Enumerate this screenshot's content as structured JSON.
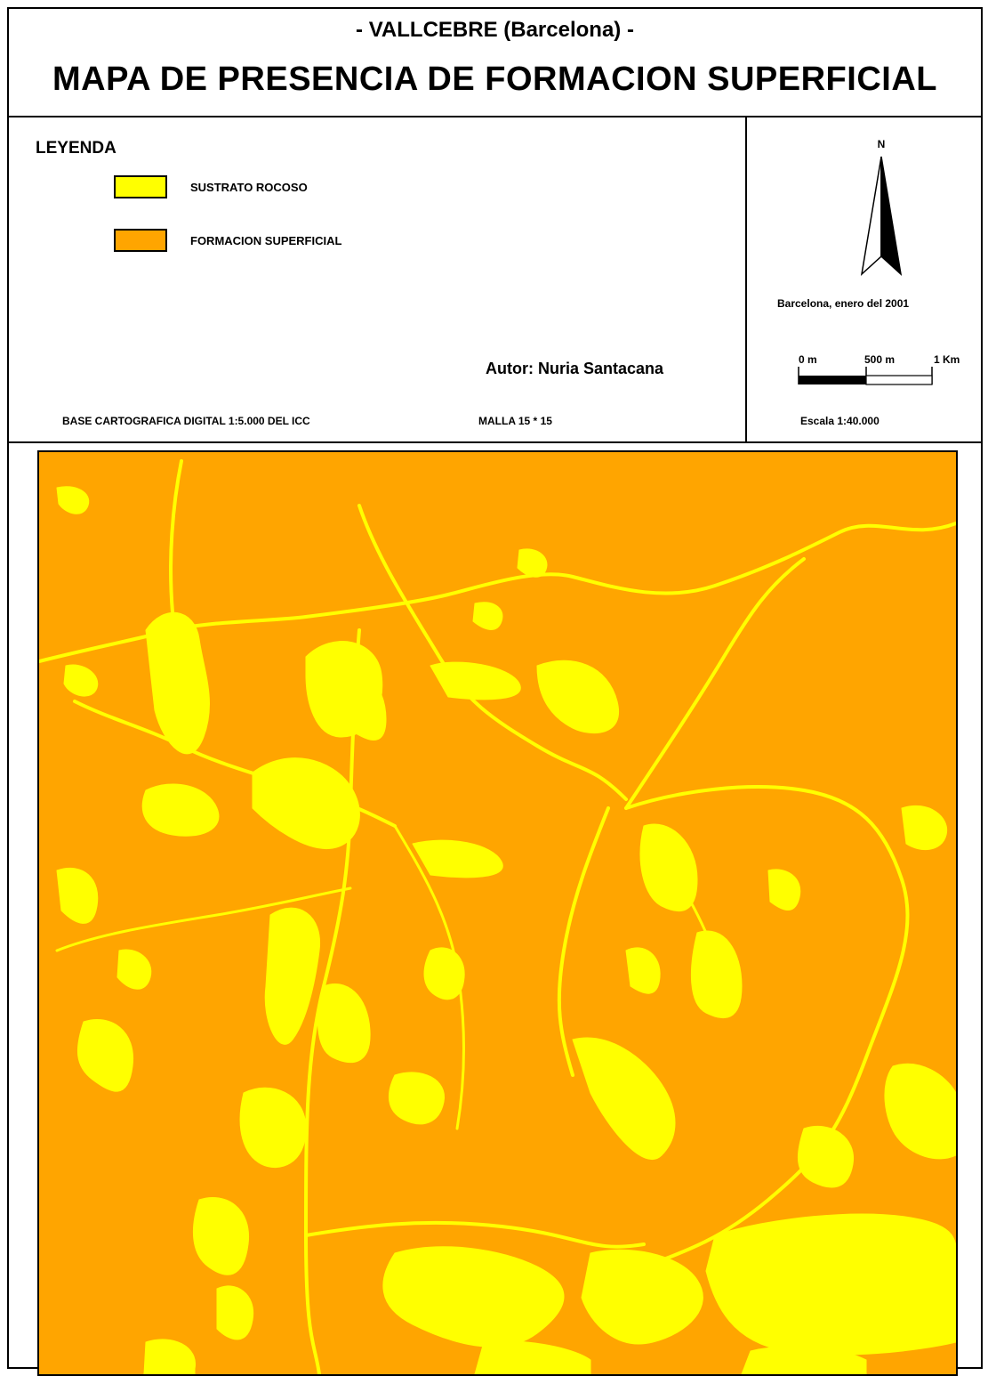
{
  "header": {
    "subtitle": "- VALLCEBRE (Barcelona) -",
    "title": "MAPA DE PRESENCIA DE FORMACION SUPERFICIAL"
  },
  "legend": {
    "title": "LEYENDA",
    "items": [
      {
        "label": "SUSTRATO ROCOSO",
        "color": "#ffff00"
      },
      {
        "label": "FORMACION SUPERFICIAL",
        "color": "#ffa500"
      }
    ]
  },
  "credits": {
    "author": "Autor: Nuria Santacana",
    "base": "BASE CARTOGRAFICA DIGITAL 1:5.000 DEL ICC",
    "grid": "MALLA 15 * 15"
  },
  "north": {
    "label": "N"
  },
  "place_date": "Barcelona, enero del 2001",
  "scale": {
    "ticks": [
      "0 m",
      "500 m",
      "1 Km"
    ],
    "text": "Escala 1:40.000"
  },
  "map": {
    "background_color": "#ffa500",
    "feature_color": "#ffff00"
  }
}
